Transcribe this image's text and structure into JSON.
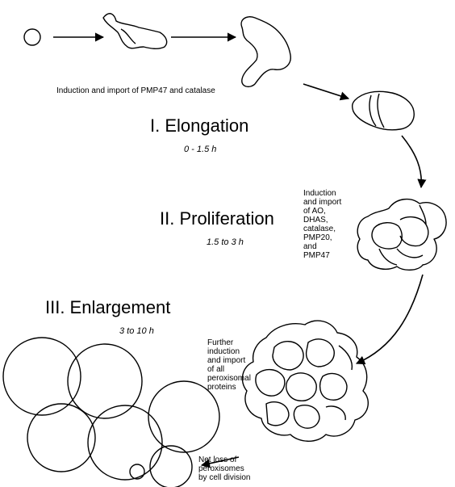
{
  "top_note": "Induction and import of PMP47 and catalase",
  "stages": [
    {
      "title": "I. Elongation",
      "time": "0 - 1.5 h"
    },
    {
      "title": "II. Proliferation",
      "time": "1.5 to 3 h"
    },
    {
      "title": "III. Enlargement",
      "time": "3 to 10 h"
    }
  ],
  "notes": {
    "proliferation": "Induction\nand import\nof AO,\nDHAS,\ncatalase,\nPMP20,\nand\nPMP47",
    "enlargement": "Further\ninduction\nand import\nof all\nperoxisomal\nproteins",
    "loss": "Net loss of\nperoxisomes\nby cell division"
  }
}
